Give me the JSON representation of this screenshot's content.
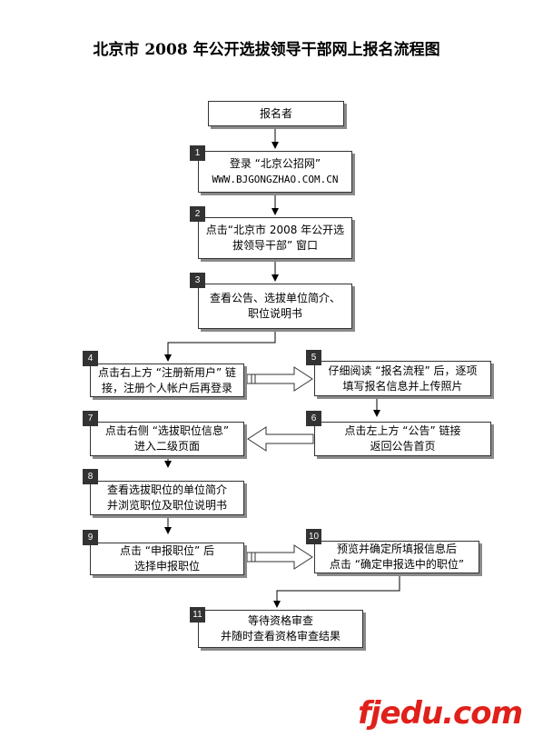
{
  "title": "北京市 2008 年公开选拔领导干部网上报名流程图",
  "steps": [
    {
      "num": "",
      "lines": [
        "报名者"
      ]
    },
    {
      "num": "1",
      "lines": [
        "登录 “北京公招网”",
        "WWW.BJGONGZHAO.COM.CN"
      ]
    },
    {
      "num": "2",
      "lines": [
        "点击“北京市 2008 年公开选",
        "拔领导干部” 窗口"
      ]
    },
    {
      "num": "3",
      "lines": [
        "查看公告、选拔单位简介、",
        "职位说明书"
      ]
    },
    {
      "num": "4",
      "lines": [
        "点击右上方 “注册新用户” 链",
        "接，注册个人帐户后再登录"
      ]
    },
    {
      "num": "5",
      "lines": [
        "仔细阅读 “报名流程” 后，逐项",
        "填写报名信息并上传照片"
      ]
    },
    {
      "num": "6",
      "lines": [
        "点击左上方 “公告” 链接",
        "返回公告首页"
      ]
    },
    {
      "num": "7",
      "lines": [
        "点击右侧 “选拔职位信息”",
        "进入二级页面"
      ]
    },
    {
      "num": "8",
      "lines": [
        "查看选拔职位的单位简介",
        "并浏览职位及职位说明书"
      ]
    },
    {
      "num": "9",
      "lines": [
        "点击 “申报职位” 后",
        "选择申报职位"
      ]
    },
    {
      "num": "10",
      "lines": [
        "预览并确定所填报信息后",
        "点击 “确定申报选中的职位”"
      ]
    },
    {
      "num": "11",
      "lines": [
        "等待资格审查",
        "并随时查看资格审查结果"
      ]
    }
  ],
  "watermark": "fjedu.com"
}
